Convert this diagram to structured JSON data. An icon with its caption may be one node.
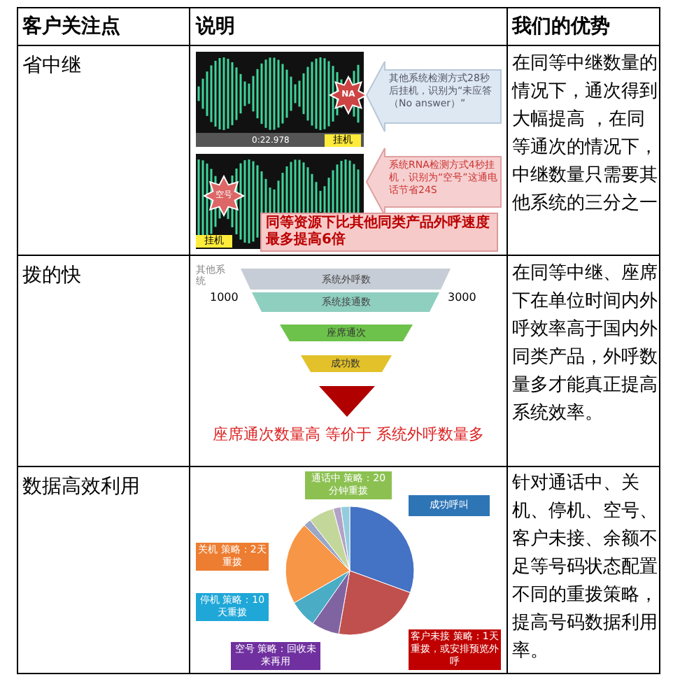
{
  "diagram": {
    "labels": [
      "客户关注点",
      "说明",
      "我们的优势",
      "省中继",
      "其他系统检测方式28秒后挂机，识别为“未应答（No answer）”",
      "NA",
      "0:22.978",
      "挂机",
      "系统RNA检测方式4秒挂机，识别为“空号”这通电话节省24S",
      "空号",
      "挂机",
      "同等资源下比其他同类产品外呼速度最多提高6倍",
      "在同等中继数量的情况下，通次得到大幅提高 ，在同等通次的情况下，中继数量只需要其他系统的三分之一",
      "拨的快",
      "其他系统",
      "1000",
      "系统外呼数",
      "系统接通数",
      "座席通次",
      "成功数",
      "3000",
      "座席通次数量高 等价于 系统外呼数量多",
      "在同等中继、座席下在单位时间内外呼效率高于国内外同类产品，外呼数量多才能真正提高系统效率。",
      "数据高效利用",
      "通话中 策略：20分钟重拨",
      "成功呼叫",
      "关机 策略：2天重拨",
      "停机 策略：10天重拨",
      "空号 策略：回收未来再用",
      "客户未接 策略：1天重拨，或安排预览外呼",
      "针对通话中、关机、停机、空号、客户未接、余额不足等号码状态配置不同的重拨策略，提高号码数据利用率。"
    ]
  }
}
